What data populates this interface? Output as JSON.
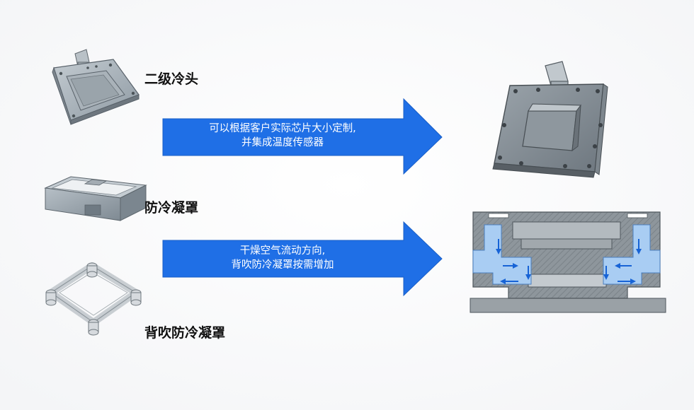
{
  "labels": {
    "secondary_cold_head": "二级冷头",
    "anti_condensation_cover": "防冷凝罩",
    "back_blow_anti_condensation_cover": "背吹防冷凝罩"
  },
  "arrows": {
    "top": {
      "line1": "可以根据客户实际芯片大小定制,",
      "line2": "并集成温度传感器"
    },
    "bottom": {
      "line1": "干燥空气流动方向,",
      "line2": "背吹防冷凝罩按需增加"
    }
  },
  "colors": {
    "arrow_blue": "#1f6fe6",
    "metal_gray": "#8f9aa3",
    "air_flow_blue": "#a9cdf3",
    "flow_arrow_blue": "#1763d6"
  }
}
